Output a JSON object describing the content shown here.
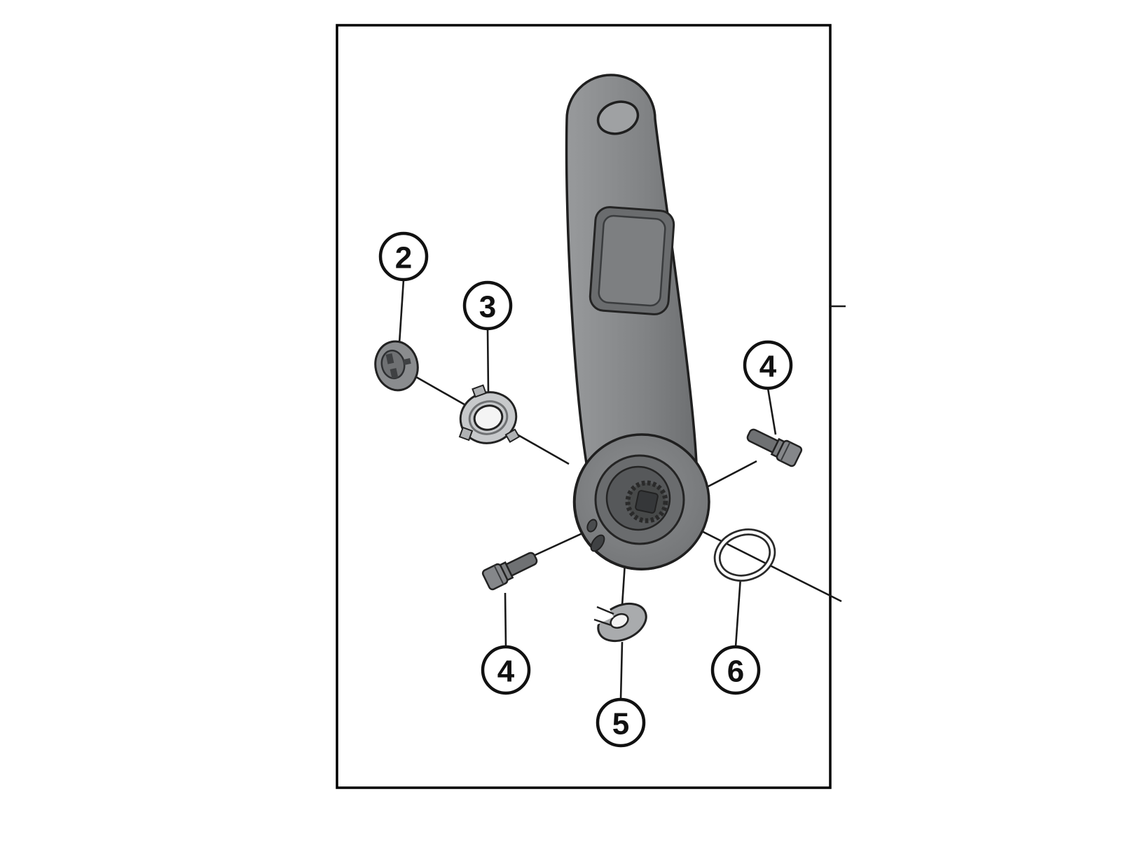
{
  "figure": {
    "type": "exploded-parts-diagram",
    "callouts": [
      {
        "label": "2"
      },
      {
        "label": "3"
      },
      {
        "label": "4"
      },
      {
        "label": "4"
      },
      {
        "label": "5"
      },
      {
        "label": "6"
      }
    ],
    "colors": {
      "background": "#ffffff",
      "frame_border": "#000000",
      "leader_line": "#1a1a1a",
      "callout_fill": "#ffffff",
      "callout_stroke": "#111111",
      "part_light": "#c7c9cb",
      "part_mid": "#8e9092",
      "part_dark": "#56585a"
    }
  }
}
